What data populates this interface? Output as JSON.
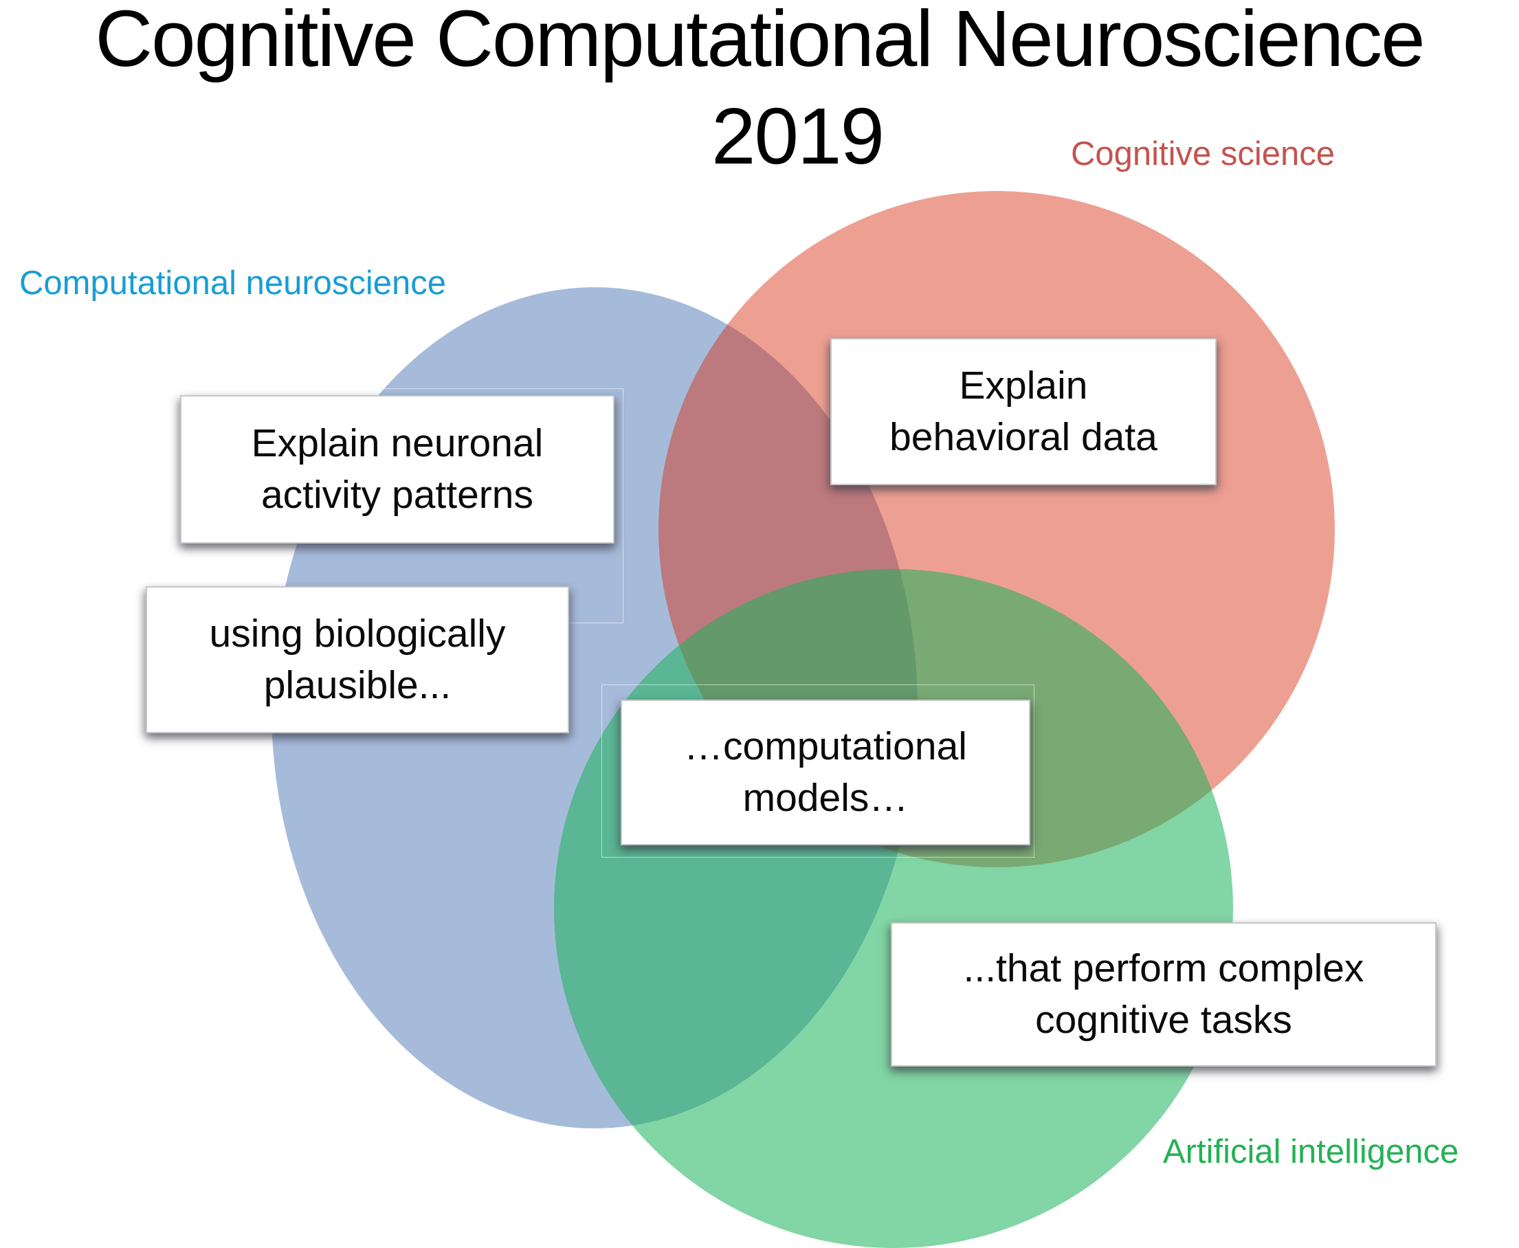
{
  "title": {
    "line1": "Cognitive Computational Neuroscience",
    "year": "2019"
  },
  "venn": {
    "circles": {
      "computational_neuroscience": {
        "label": "Computational neuroscience",
        "label_color": "#189dd5",
        "fill": "#a6bbda"
      },
      "cognitive_science": {
        "label": "Cognitive science",
        "label_color": "#c4534f",
        "fill": "rgba(215,44,13,0.45)"
      },
      "artificial_intelligence": {
        "label": "Artificial intelligence",
        "label_color": "#25b155",
        "fill": "rgba(28,179,91,0.55)"
      }
    },
    "callouts": {
      "neuronal": "Explain neuronal\nactivity patterns",
      "behavioral": "Explain\nbehavioral data",
      "biological": "using biologically\nplausible...",
      "models": "…computational\nmodels…",
      "tasks": "...that perform complex\ncognitive tasks"
    }
  }
}
